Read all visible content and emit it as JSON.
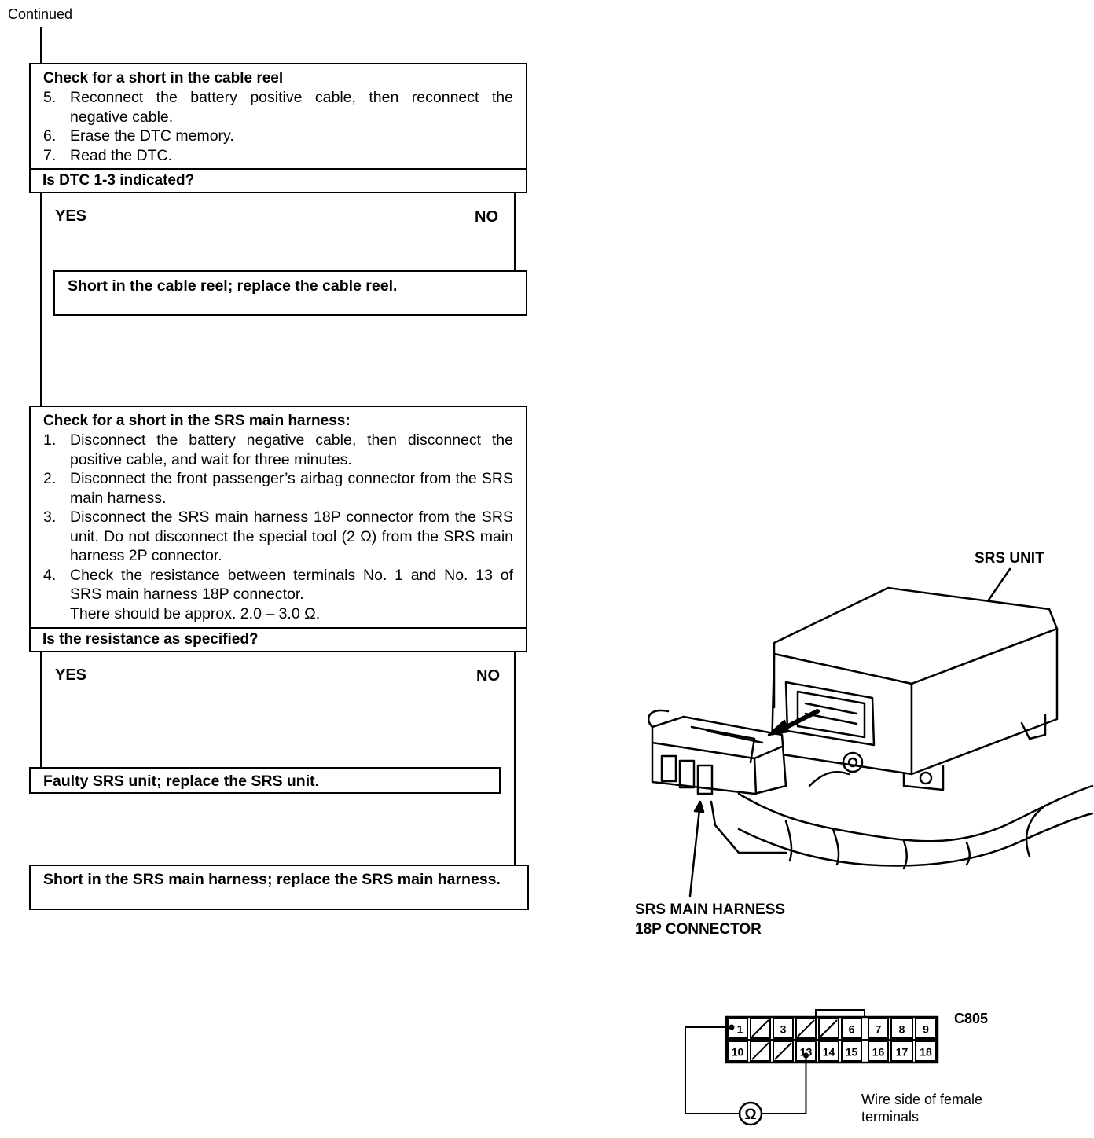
{
  "header": {
    "continued": "Continued"
  },
  "step1": {
    "title": "Check for a short in the cable reel",
    "items": [
      {
        "n": "5.",
        "text": "Reconnect the battery positive cable, then reconnect the negative cable."
      },
      {
        "n": "6.",
        "text": "Erase the DTC memory."
      },
      {
        "n": "7.",
        "text": "Read the DTC."
      }
    ],
    "question": "Is DTC 1-3 indicated?"
  },
  "branch1": {
    "yes": "YES",
    "no": "NO"
  },
  "result1": "Short in the cable reel; replace the cable reel.",
  "step2": {
    "title": "Check for a short in the SRS main harness:",
    "items": [
      {
        "n": "1.",
        "text": "Disconnect the battery negative cable, then disconnect the positive cable, and wait for three minutes."
      },
      {
        "n": "2.",
        "text": "Disconnect the front passenger’s airbag connector from the SRS main harness."
      },
      {
        "n": "3.",
        "text": "Disconnect the SRS main harness 18P connector from the SRS unit. Do not disconnect the special tool (2 Ω) from the SRS main harness 2P connector."
      },
      {
        "n": "4.",
        "text": "Check the resistance between terminals No. 1 and No. 13 of SRS main harness 18P connector."
      },
      {
        "n": "",
        "text": "There should be approx. 2.0 – 3.0 Ω."
      }
    ],
    "question": "Is the resistance as specified?"
  },
  "branch2": {
    "yes": "YES",
    "no": "NO"
  },
  "result2": "Faulty SRS unit; replace the SRS unit.",
  "result3": "Short in the SRS main harness; replace the SRS main harness.",
  "figure": {
    "unit_label": "SRS UNIT",
    "connector_label_line1": "SRS MAIN HARNESS",
    "connector_label_line2": "18P CONNECTOR"
  },
  "connector": {
    "id": "C805",
    "top_row": [
      "1",
      "",
      "3",
      "",
      "",
      "6",
      "7",
      "8",
      "9"
    ],
    "bottom_row": [
      "10",
      "",
      "",
      "13",
      "14",
      "15",
      "16",
      "17",
      "18"
    ],
    "meter_symbol": "Ω",
    "caption_line1": "Wire side of female",
    "caption_line2": "terminals"
  }
}
